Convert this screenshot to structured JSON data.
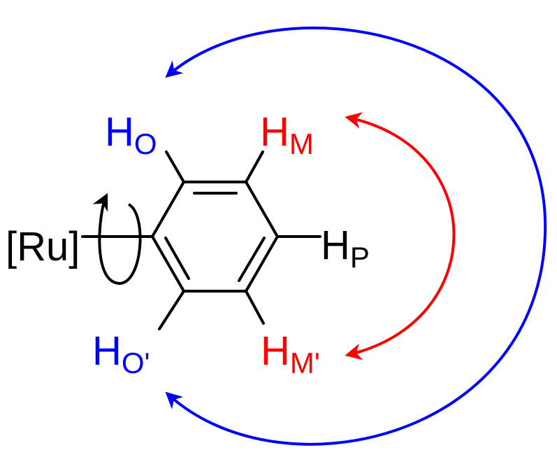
{
  "colors": {
    "bond": "#000000",
    "ortho": "#0000ff",
    "meta": "#ff0000",
    "para": "#000000",
    "metal": "#000000",
    "rotation_arrow": "#000000",
    "ortho_exchange_arrow": "#0000ff",
    "meta_exchange_arrow": "#ff0000"
  },
  "labels": {
    "metal": "[Ru]",
    "h_ortho": {
      "main": "H",
      "sub": "O"
    },
    "h_ortho_prime": {
      "main": "H",
      "sub": "O'"
    },
    "h_meta": {
      "main": "H",
      "sub": "M"
    },
    "h_meta_prime": {
      "main": "H",
      "sub": "M'"
    },
    "h_para": {
      "main": "H",
      "sub": "P"
    }
  },
  "icons": {
    "rotation": "rotation-arrow-icon",
    "ortho_exchange": "curved-double-arrow-icon",
    "meta_exchange": "curved-double-arrow-icon"
  }
}
